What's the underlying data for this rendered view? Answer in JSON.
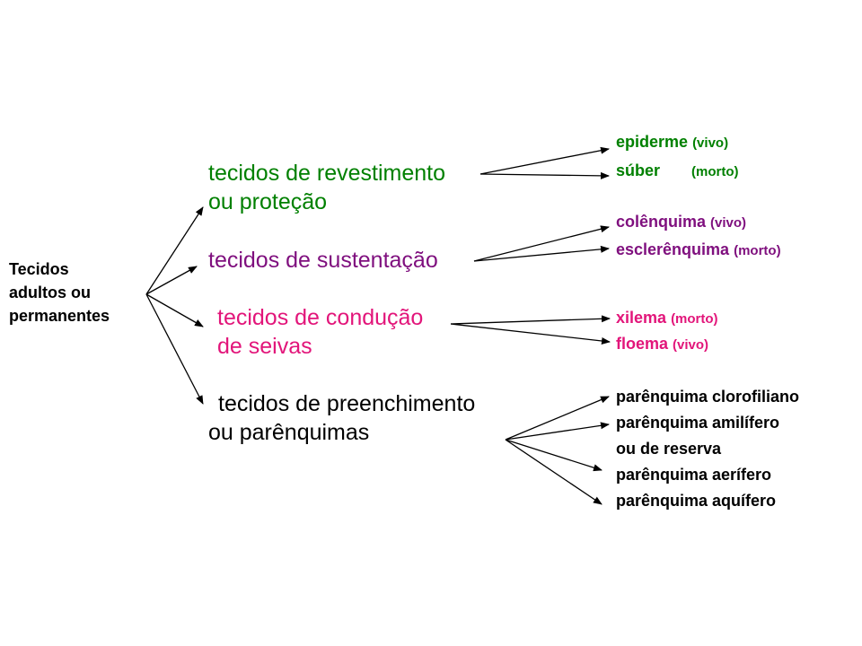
{
  "colors": {
    "revestimento": "#008000",
    "sustentacao": "#7f0f7e",
    "conducao": "#e2157a",
    "preenchimento": "#000000",
    "arrow": "#000000"
  },
  "root": {
    "line1": "Tecidos",
    "line2": "adultos ou",
    "line3": "permanentes"
  },
  "categories": {
    "revestimento": {
      "line1": "tecidos de revestimento",
      "line2": "ou proteção"
    },
    "sustentacao": {
      "line1": "tecidos de sustentação"
    },
    "conducao": {
      "line1": "tecidos de condução",
      "line2": "de seivas"
    },
    "preenchimento": {
      "line1": "tecidos de preenchimento",
      "line2": "ou parênquimas"
    }
  },
  "leaves": {
    "epiderme": {
      "name": "epiderme",
      "note": "(vivo)"
    },
    "suber": {
      "name": "súber",
      "note": "(morto)"
    },
    "colenquima": {
      "name": "colênquima",
      "note": "(vivo)"
    },
    "esclerenquima": {
      "name": "esclerênquima",
      "note": "(morto)"
    },
    "xilema": {
      "name": "xilema",
      "note": "(morto)"
    },
    "floema": {
      "name": "floema",
      "note": "(vivo)"
    },
    "clorofiliano": {
      "name": "parênquima clorofiliano"
    },
    "amilifero": {
      "name": "parênquima amilífero"
    },
    "reserva": {
      "name": "ou de reserva"
    },
    "aerifero": {
      "name": "parênquima aerífero"
    },
    "aquifero": {
      "name": "parênquima aquífero"
    }
  }
}
